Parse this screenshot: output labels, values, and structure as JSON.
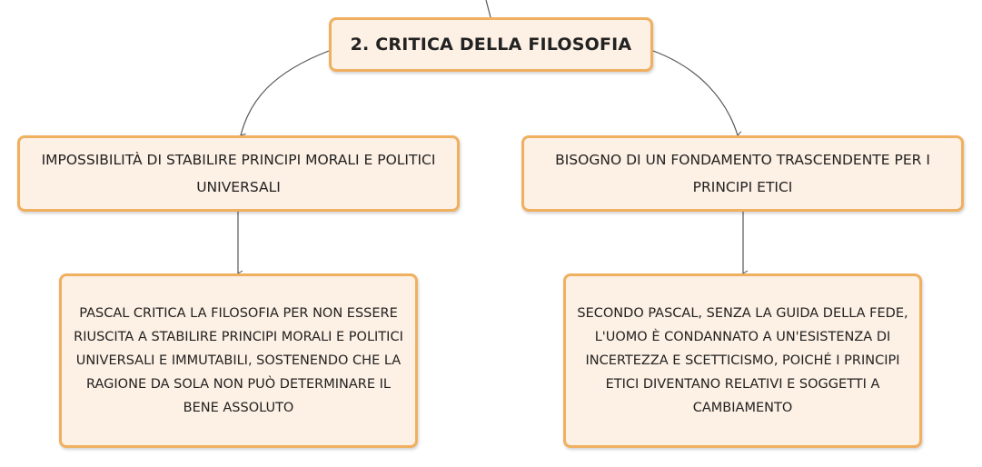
{
  "diagram": {
    "title": "2. CRITICA DELLA FILOSOFIA",
    "left_branch": {
      "label": "IMPOSSIBILITÀ DI STABILIRE PRINCIPI MORALI E POLITICI UNIVERSALI",
      "detail": "PASCAL CRITICA LA FILOSOFIA PER NON ESSERE RIUSCITA A STABILIRE PRINCIPI MORALI E POLITICI UNIVERSALI E IMMUTABILI, SOSTENENDO CHE LA RAGIONE DA SOLA NON PUÒ DETERMINARE IL BENE ASSOLUTO"
    },
    "right_branch": {
      "label": "BISOGNO DI UN FONDAMENTO TRASCENDENTE PER I PRINCIPI ETICI",
      "detail": "SECONDO PASCAL, SENZA LA GUIDA DELLA FEDE, L'UOMO È CONDANNATO A UN'ESISTENZA DI INCERTEZZA E SCETTICISMO, POICHÉ I PRINCIPI ETICI DIVENTANO RELATIVI E SOGGETTI A CAMBIAMENTO"
    },
    "colors": {
      "node_fill": "#fdf0e4",
      "node_border": "#f0b060",
      "connector": "#555555",
      "text": "#222222"
    }
  }
}
